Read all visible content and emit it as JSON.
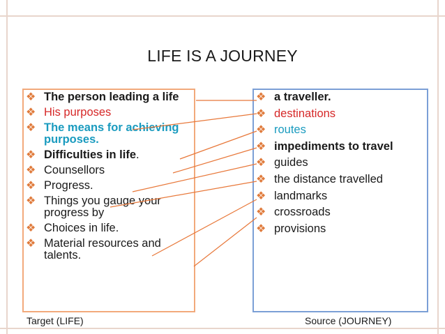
{
  "title": "LIFE IS A JOURNEY",
  "left_items": [
    {
      "text": "The person leading a life",
      "style": "bold"
    },
    {
      "text": "His purposes",
      "style": "red"
    },
    {
      "text": "The means for achieving purposes.",
      "style": "teal-bold"
    },
    {
      "text_bold": "Difficulties in life",
      "text_rest": "."
    },
    {
      "text": "Counsellors",
      "style": "normal"
    },
    {
      "text": "Progress.",
      "style": "normal"
    },
    {
      "text": "Things you gauge your progress by",
      "style": "normal"
    },
    {
      "text": "Choices in life.",
      "style": "normal"
    },
    {
      "text": "Material resources and talents.",
      "style": "normal"
    }
  ],
  "right_items": [
    {
      "text": "a traveller.",
      "style": "bold"
    },
    {
      "text": "destinations",
      "style": "red"
    },
    {
      "text": "routes",
      "style": "teal"
    },
    {
      "text": "impediments to travel",
      "style": "bold"
    },
    {
      "text": "guides",
      "style": "normal"
    },
    {
      "text": "the distance travelled",
      "style": "normal"
    },
    {
      "text": "landmarks",
      "style": "normal"
    },
    {
      "text": "crossroads",
      "style": "normal"
    },
    {
      "text": "provisions",
      "style": "normal"
    }
  ],
  "footer": {
    "left": "Target   (LIFE)",
    "right": "Source (JOURNEY)"
  },
  "colors": {
    "bullet": "#e07b3c",
    "connector": "#e8783a",
    "left_border": "#f2a97b",
    "right_border": "#7b9fd6",
    "red_text": "#d62828",
    "teal_text": "#1a9bbf"
  }
}
